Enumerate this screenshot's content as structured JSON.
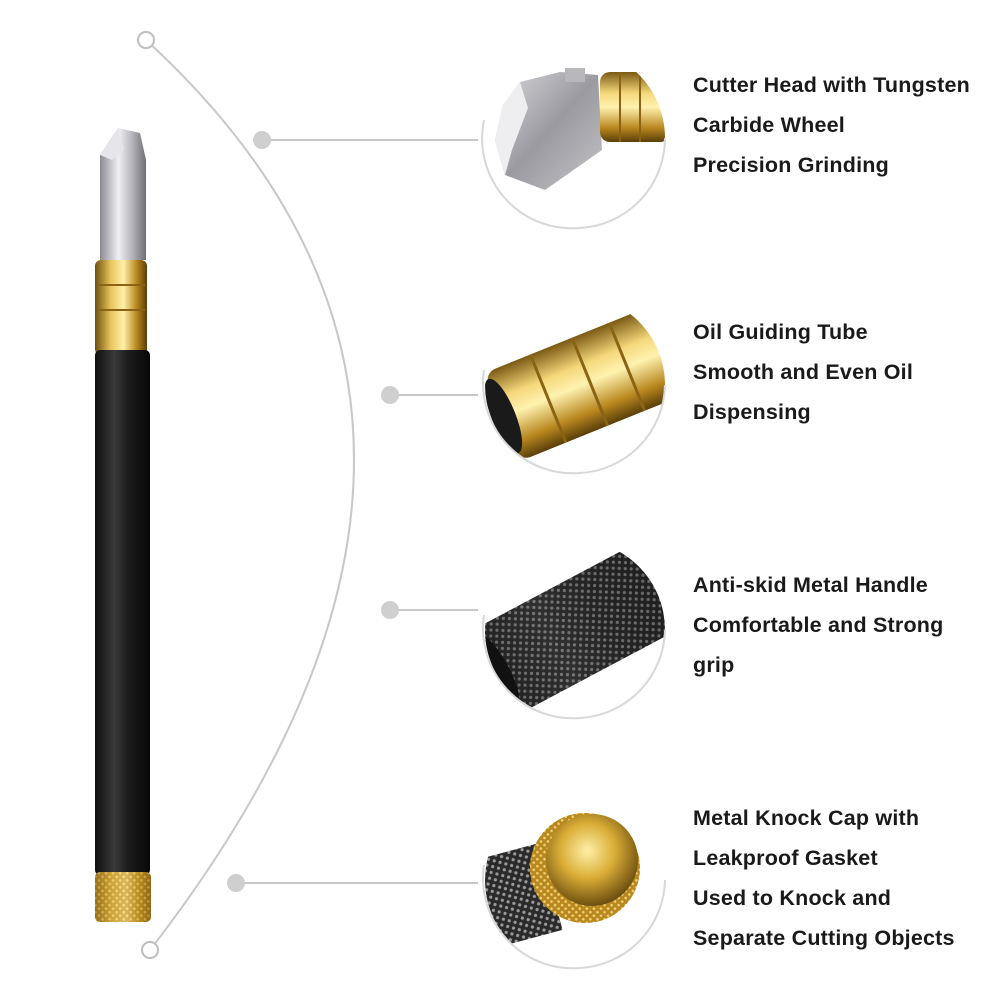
{
  "features": [
    {
      "icon": "cutter-head-icon",
      "lines": [
        "Cutter Head with Tungsten",
        "Carbide Wheel",
        "Precision Grinding"
      ]
    },
    {
      "icon": "oil-tube-icon",
      "lines": [
        "Oil Guiding Tube",
        "Smooth and Even Oil",
        "Dispensing"
      ]
    },
    {
      "icon": "knurled-handle-icon",
      "lines": [
        "Anti-skid Metal Handle",
        "Comfortable and Strong",
        "grip"
      ]
    },
    {
      "icon": "knock-cap-icon",
      "lines": [
        "Metal Knock Cap with",
        "Leakproof Gasket",
        "Used to Knock and",
        "Separate Cutting Objects"
      ]
    }
  ],
  "colors": {
    "gold": "#c9a227",
    "handle": "#1e1e1e",
    "steel": "#c8c8cc",
    "guide": "#c8c8c8",
    "text": "#1a1a1a"
  }
}
